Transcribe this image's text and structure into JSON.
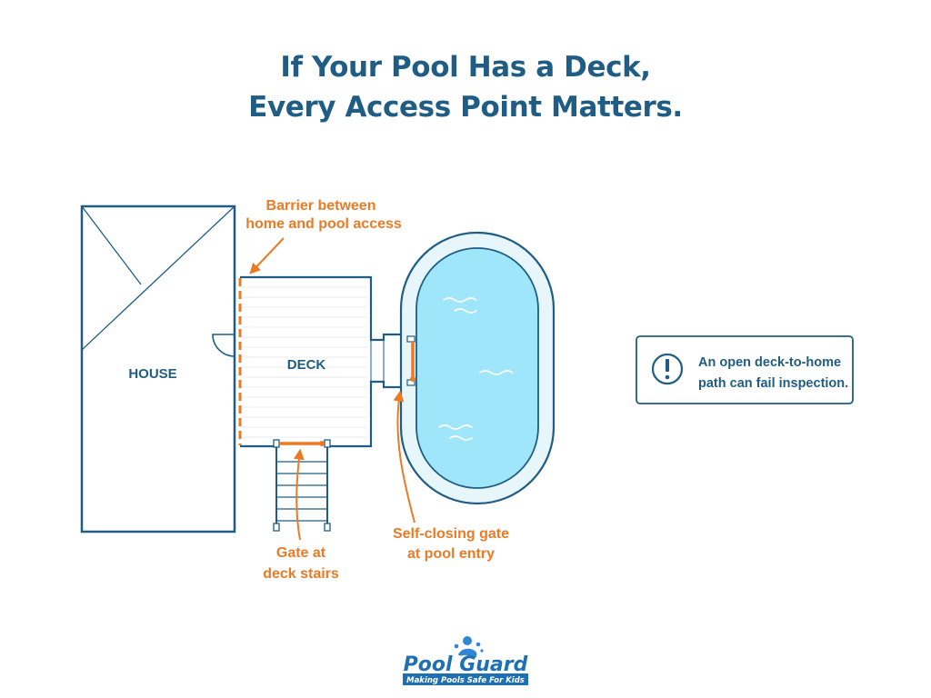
{
  "title": {
    "line1": "If Your Pool Has a Deck,",
    "line2": "Every Access Point Matters."
  },
  "diagram": {
    "house_label": "HOUSE",
    "deck_label": "DECK",
    "callouts": {
      "barrier_line1": "Barrier between",
      "barrier_line2": "home and pool access",
      "stairs_gate_line1": "Gate at",
      "stairs_gate_line2": "deck stairs",
      "pool_gate_line1": "Self-closing gate",
      "pool_gate_line2": "at pool entry"
    }
  },
  "notice": {
    "icon": "exclamation-icon",
    "line1": "An open deck-to-home",
    "line2": "path can fail inspection."
  },
  "logo": {
    "name": "Pool Guard",
    "tagline": "Making Pools Safe For Kids"
  },
  "colors": {
    "navy": "#1f5d84",
    "orange": "#ec7a25",
    "water": "#9fe6fa",
    "pool_rim": "#e3f5fb"
  }
}
